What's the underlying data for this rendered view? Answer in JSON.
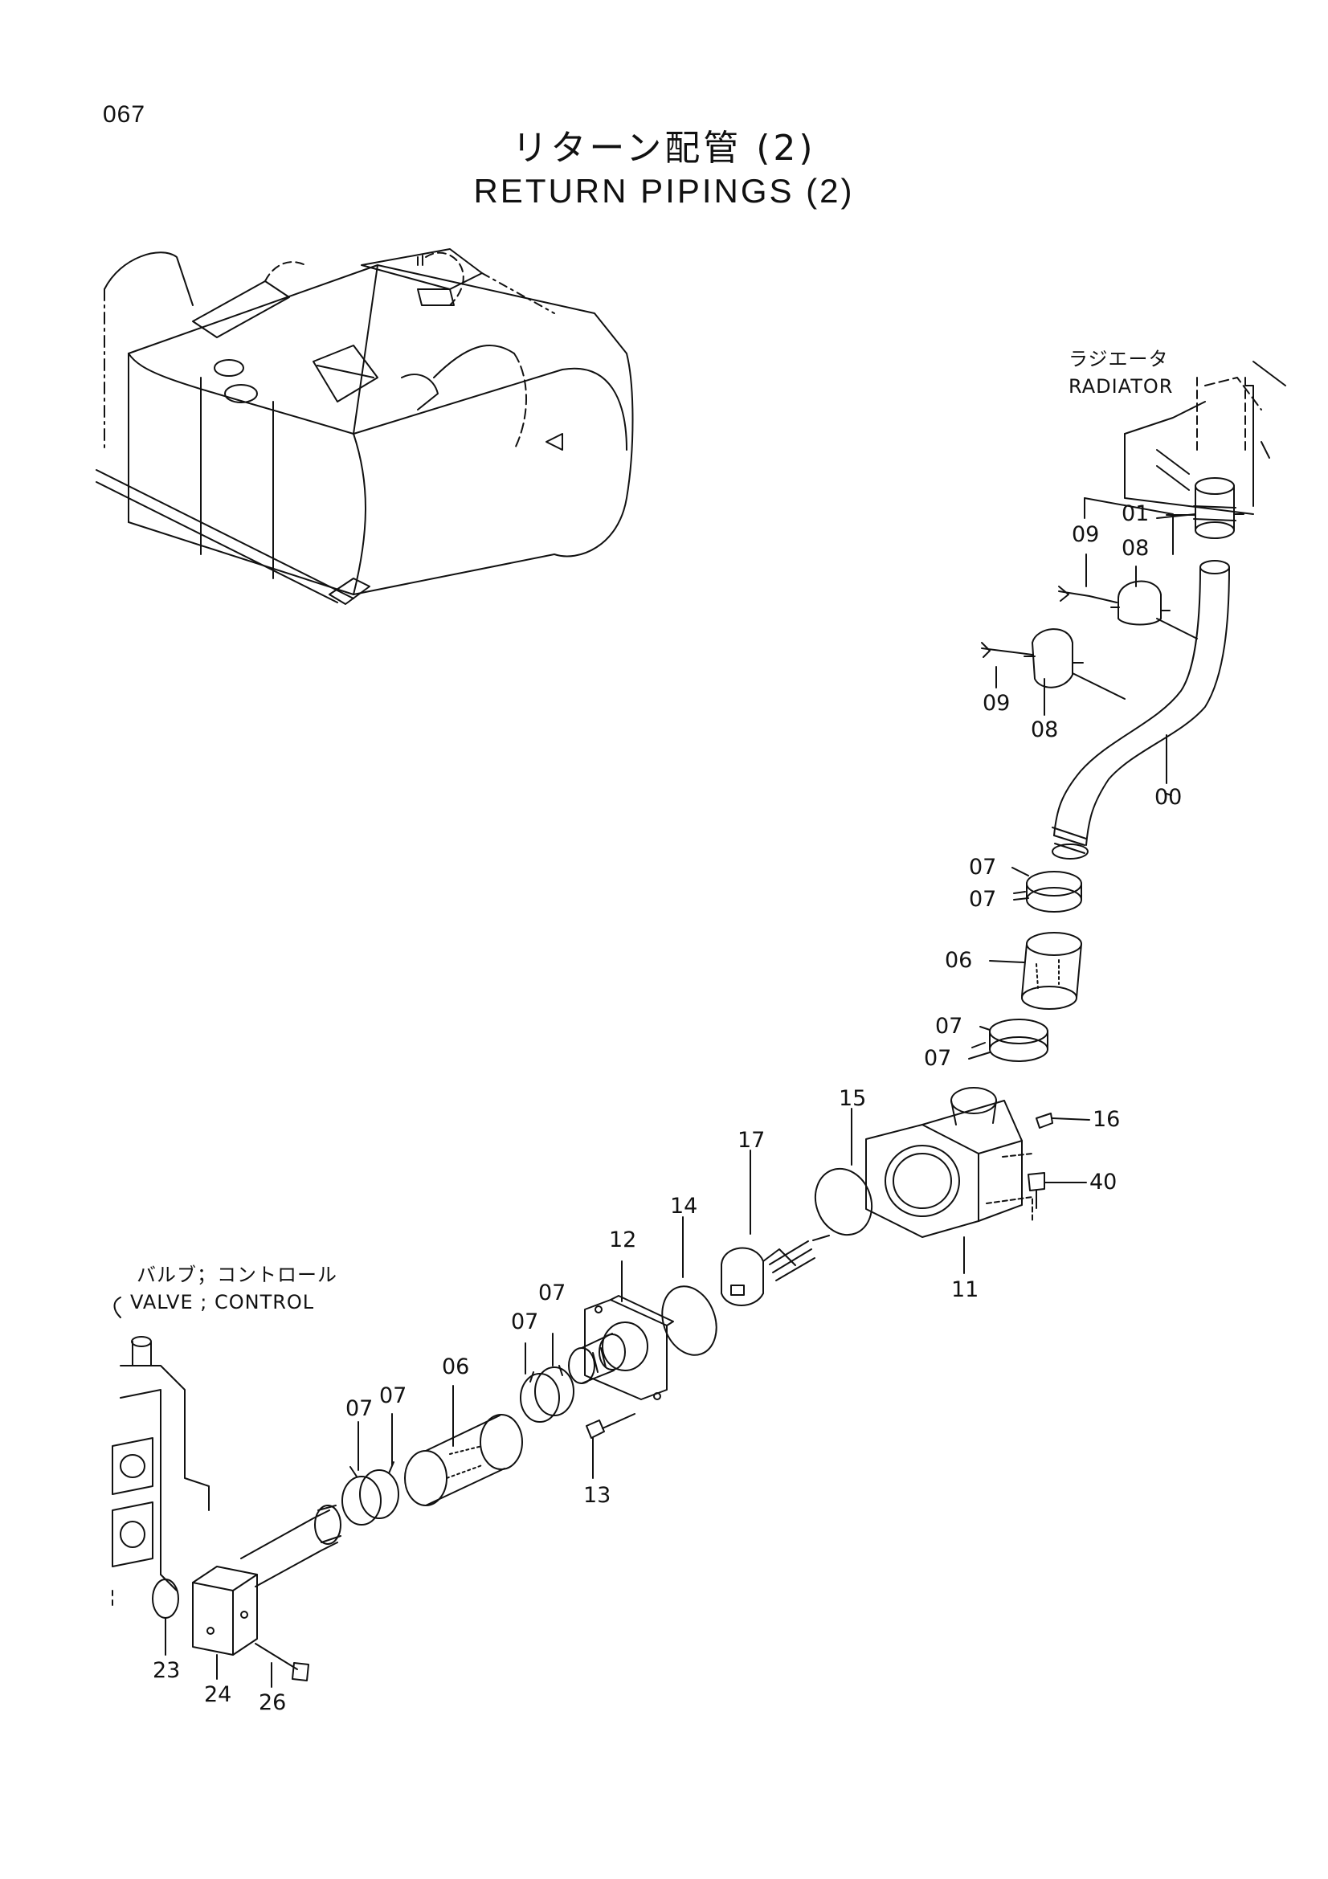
{
  "page": {
    "number": "067",
    "title_jp": "リターン配管 (2)",
    "title_en": "RETURN PIPINGS (2)"
  },
  "references": {
    "radiator": {
      "jp": "ラジエータ",
      "en": "RADIATOR"
    },
    "valve": {
      "jp": "バルブ；コントロール",
      "en": "VALVE ; CONTROL"
    }
  },
  "callouts": [
    {
      "id": "c-01",
      "label": "01"
    },
    {
      "id": "c-09a",
      "label": "09"
    },
    {
      "id": "c-08a",
      "label": "08"
    },
    {
      "id": "c-09b",
      "label": "09"
    },
    {
      "id": "c-08b",
      "label": "08"
    },
    {
      "id": "c-00",
      "label": "00"
    },
    {
      "id": "c-07a",
      "label": "07"
    },
    {
      "id": "c-07b",
      "label": "07"
    },
    {
      "id": "c-06a",
      "label": "06"
    },
    {
      "id": "c-07c",
      "label": "07"
    },
    {
      "id": "c-07d",
      "label": "07"
    },
    {
      "id": "c-15",
      "label": "15"
    },
    {
      "id": "c-16",
      "label": "16"
    },
    {
      "id": "c-17",
      "label": "17"
    },
    {
      "id": "c-40",
      "label": "40"
    },
    {
      "id": "c-14",
      "label": "14"
    },
    {
      "id": "c-12",
      "label": "12"
    },
    {
      "id": "c-11",
      "label": "11"
    },
    {
      "id": "c-07e",
      "label": "07"
    },
    {
      "id": "c-07f",
      "label": "07"
    },
    {
      "id": "c-06b",
      "label": "06"
    },
    {
      "id": "c-07g",
      "label": "07"
    },
    {
      "id": "c-07h",
      "label": "07"
    },
    {
      "id": "c-13",
      "label": "13"
    },
    {
      "id": "c-23",
      "label": "23"
    },
    {
      "id": "c-24",
      "label": "24"
    },
    {
      "id": "c-26",
      "label": "26"
    }
  ]
}
